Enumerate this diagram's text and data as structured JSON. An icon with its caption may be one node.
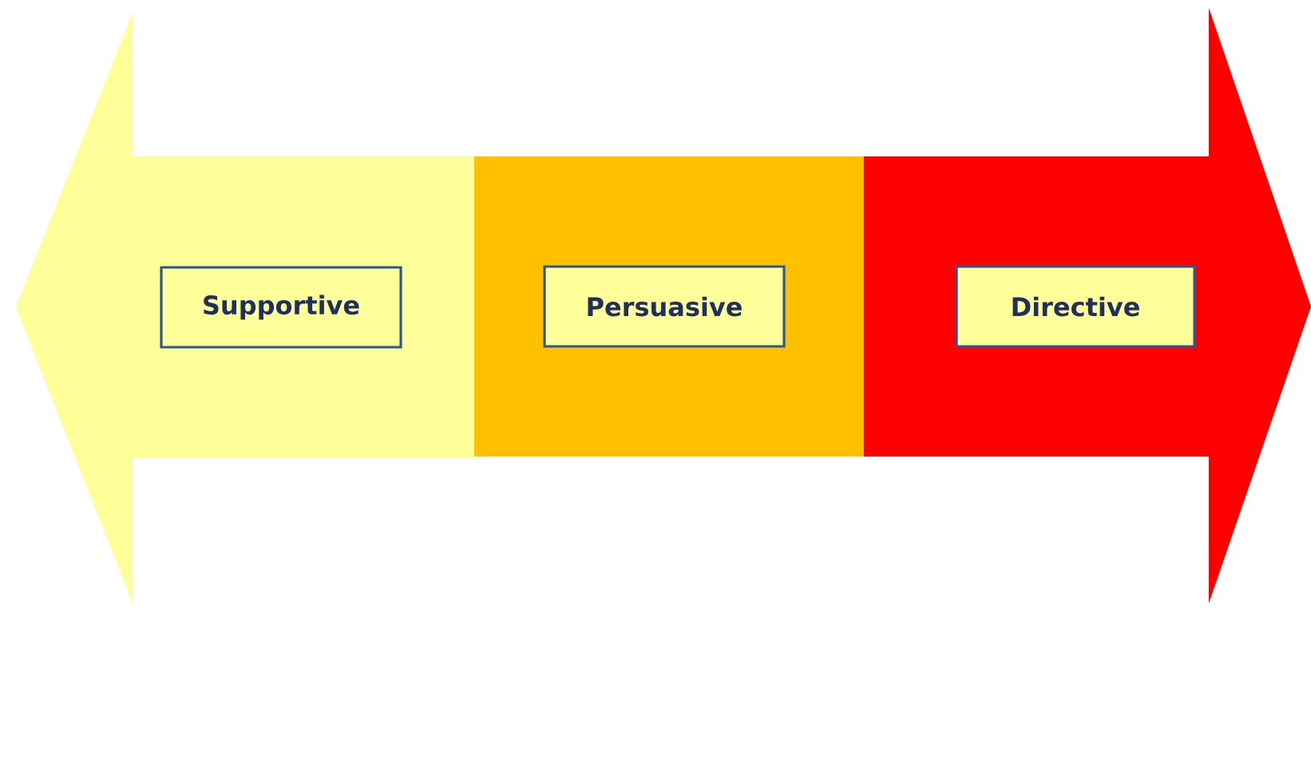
{
  "diagram": {
    "nodes": [
      {
        "text": [],
        "shape": "arrow"
      },
      {
        "text": [
          "Supportive"
        ],
        "in": 0
      },
      {
        "text": [],
        "shape": "box"
      },
      {
        "text": [
          "Persuasive"
        ],
        "in": 2
      },
      {
        "text": [],
        "shape": "arrow"
      },
      {
        "text": [
          "Directive"
        ],
        "in": 4
      }
    ]
  }
}
